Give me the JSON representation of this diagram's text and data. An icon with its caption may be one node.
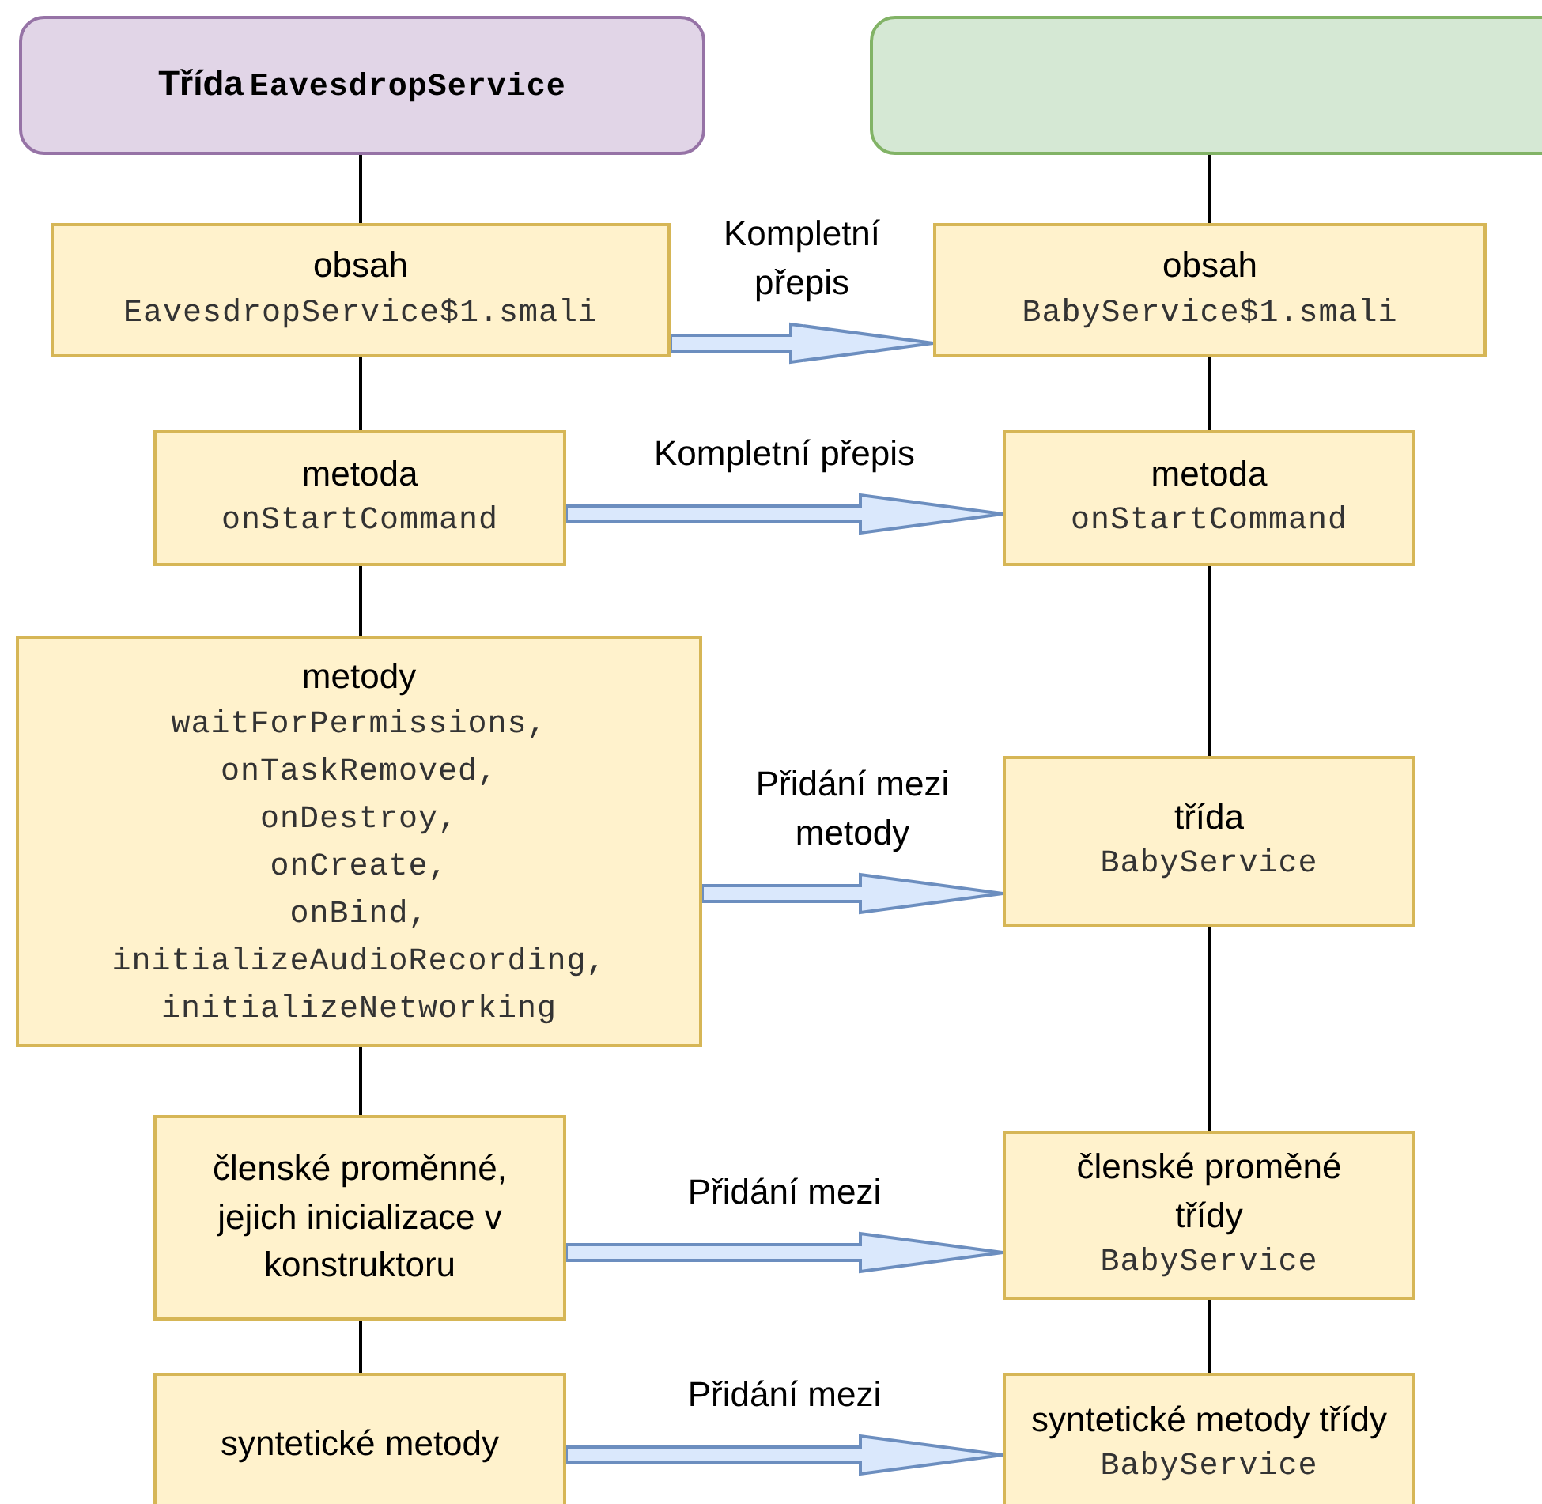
{
  "diagram": {
    "nodes": [
      {
        "text": [
          "Třída",
          "EavesdropService"
        ]
      },
      {
        "text": [],
        "shape": "box"
      },
      {
        "text": [
          "obsah",
          "EavesdropService$1.smali"
        ]
      },
      {
        "text": [
          "obsah",
          "BabyService$1.smali"
        ]
      },
      {
        "text": [
          "metoda",
          "onStartCommand"
        ]
      },
      {
        "text": [
          "metoda",
          "onStartCommand"
        ]
      },
      {
        "text": [
          "metody",
          "waitForPermissions,",
          "onTaskRemoved,",
          "onDestroy,",
          "onCreate,",
          "onBind,",
          "initializeAudioRecording,",
          "initializeNetworking"
        ]
      },
      {
        "text": [
          "třída",
          "BabyService"
        ]
      },
      {
        "text": [
          "členské proměnné, jejich inicializace v konstruktoru"
        ]
      },
      {
        "text": [
          "členské proměné třídy",
          "BabyService"
        ]
      },
      {
        "text": [
          "syntetické metody"
        ]
      },
      {
        "text": [
          "syntetické metody třídy",
          "BabyService"
        ]
      }
    ],
    "edges": [
      {
        "from": 0,
        "to": 2,
        "arrow": "none"
      },
      {
        "from": 1,
        "to": 3,
        "arrow": "none"
      },
      {
        "from": 2,
        "to": 3,
        "arrow": "to",
        "label": "Kompletní přepis",
        "style": "thick"
      },
      {
        "from": 2,
        "to": 4,
        "arrow": "none"
      },
      {
        "from": 3,
        "to": 5,
        "arrow": "none"
      },
      {
        "from": 4,
        "to": 5,
        "arrow": "to",
        "label": "Kompletní přepis",
        "style": "thick"
      },
      {
        "from": 4,
        "to": 6,
        "arrow": "none"
      },
      {
        "from": 5,
        "to": 7,
        "arrow": "none"
      },
      {
        "from": 6,
        "to": 7,
        "arrow": "to",
        "label": "Přidání mezi metody",
        "style": "thick"
      },
      {
        "from": 6,
        "to": 8,
        "arrow": "none"
      },
      {
        "from": 7,
        "to": 9,
        "arrow": "none"
      },
      {
        "from": 8,
        "to": 9,
        "arrow": "to",
        "label": "Přidání mezi",
        "style": "thick"
      },
      {
        "from": 8,
        "to": 10,
        "arrow": "none"
      },
      {
        "from": 9,
        "to": 11,
        "arrow": "none"
      },
      {
        "from": 10,
        "to": 11,
        "arrow": "to",
        "label": "Přidání mezi",
        "style": "thick"
      }
    ]
  }
}
